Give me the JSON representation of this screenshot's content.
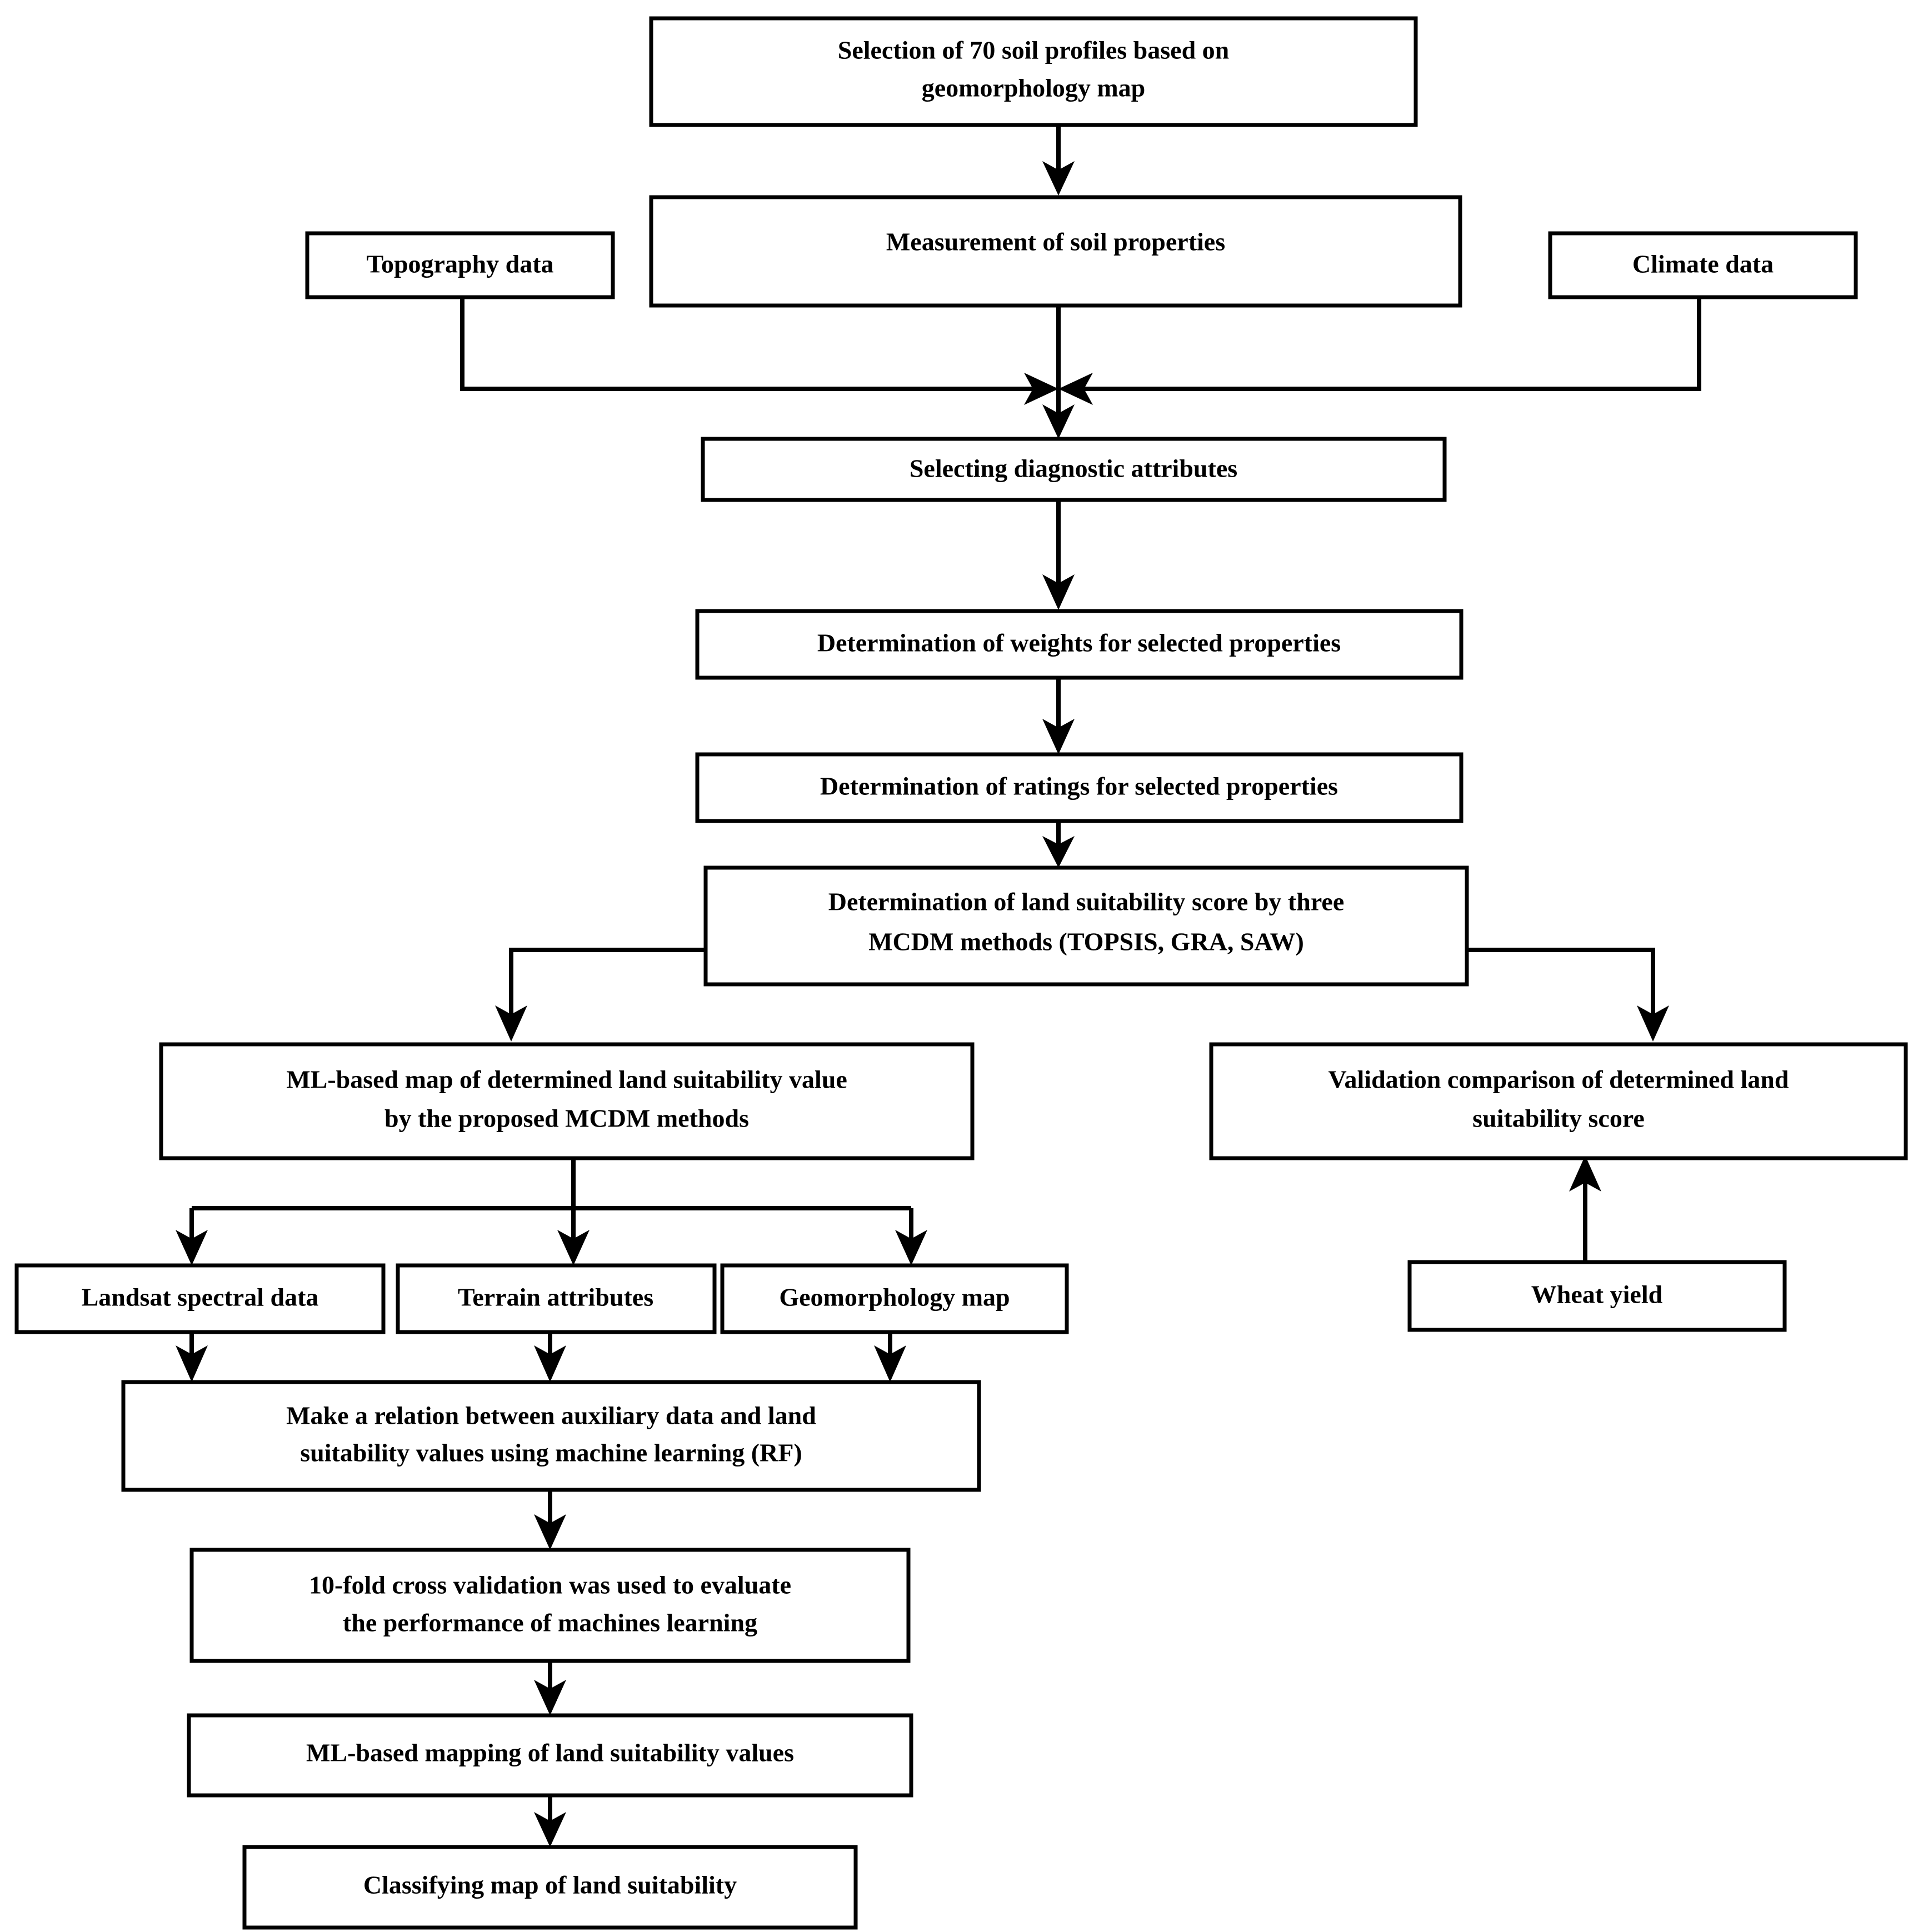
{
  "diagram": {
    "title": "Land suitability assessment workflow flowchart",
    "type": "flowchart",
    "orientation": "top-to-bottom",
    "colors": {
      "background": "#ffffff",
      "box_fill": "#ffffff",
      "box_stroke": "#000000",
      "text": "#000000",
      "connector": "#000000"
    },
    "nodes": [
      {
        "id": "soil-profiles",
        "lines": [
          "Selection of 70 soil profiles based on",
          "geomorphology map"
        ]
      },
      {
        "id": "topography-data",
        "lines": [
          "Topography data"
        ]
      },
      {
        "id": "soil-properties",
        "lines": [
          "Measurement of  soil properties"
        ]
      },
      {
        "id": "climate-data",
        "lines": [
          "Climate data"
        ]
      },
      {
        "id": "diagnostic-attributes",
        "lines": [
          "Selecting diagnostic attributes"
        ]
      },
      {
        "id": "weights",
        "lines": [
          "Determination of weights for selected properties"
        ]
      },
      {
        "id": "ratings",
        "lines": [
          "Determination of ratings for selected properties"
        ]
      },
      {
        "id": "mcdm-score",
        "lines": [
          "Determination of land suitability score by three",
          "MCDM methods (TOPSIS, GRA, SAW)"
        ]
      },
      {
        "id": "ml-based-map",
        "lines": [
          "ML-based map of determined land suitability value",
          "by the proposed MCDM methods"
        ]
      },
      {
        "id": "validation-comparison",
        "lines": [
          "Validation comparison of determined land",
          "suitability score"
        ]
      },
      {
        "id": "landsat-spectral",
        "lines": [
          "Landsat spectral data"
        ]
      },
      {
        "id": "terrain-attributes",
        "lines": [
          "Terrain attributes"
        ]
      },
      {
        "id": "geomorphology-map",
        "lines": [
          "Geomorphology map"
        ]
      },
      {
        "id": "wheat-yield",
        "lines": [
          "Wheat yield"
        ]
      },
      {
        "id": "relation-ml",
        "lines": [
          "Make a relation between auxiliary data and land",
          "suitability values using machine learning (RF)"
        ]
      },
      {
        "id": "cross-validation",
        "lines": [
          "10-fold cross validation was used to evaluate",
          "the performance of machines learning"
        ]
      },
      {
        "id": "ml-mapping",
        "lines": [
          "ML-based mapping of land suitability values"
        ]
      },
      {
        "id": "classifying-map",
        "lines": [
          "Classifying map of land suitability"
        ]
      }
    ],
    "edges": [
      {
        "from": "soil-profiles",
        "to": "soil-properties"
      },
      {
        "from": "topography-data",
        "to": "diagnostic-attributes"
      },
      {
        "from": "soil-properties",
        "to": "diagnostic-attributes"
      },
      {
        "from": "climate-data",
        "to": "diagnostic-attributes"
      },
      {
        "from": "diagnostic-attributes",
        "to": "weights"
      },
      {
        "from": "weights",
        "to": "ratings"
      },
      {
        "from": "ratings",
        "to": "mcdm-score"
      },
      {
        "from": "mcdm-score",
        "to": "ml-based-map"
      },
      {
        "from": "mcdm-score",
        "to": "validation-comparison"
      },
      {
        "from": "ml-based-map",
        "to": "landsat-spectral"
      },
      {
        "from": "ml-based-map",
        "to": "terrain-attributes"
      },
      {
        "from": "ml-based-map",
        "to": "geomorphology-map"
      },
      {
        "from": "landsat-spectral",
        "to": "relation-ml"
      },
      {
        "from": "terrain-attributes",
        "to": "relation-ml"
      },
      {
        "from": "geomorphology-map",
        "to": "relation-ml"
      },
      {
        "from": "relation-ml",
        "to": "cross-validation"
      },
      {
        "from": "cross-validation",
        "to": "ml-mapping"
      },
      {
        "from": "ml-mapping",
        "to": "classifying-map"
      },
      {
        "from": "wheat-yield",
        "to": "validation-comparison"
      }
    ]
  }
}
